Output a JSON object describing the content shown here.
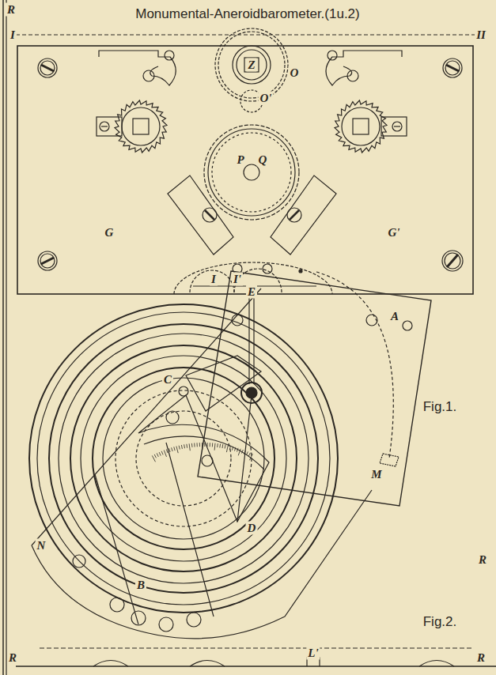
{
  "diagram": {
    "title": "Monumental-Aneroidbarometer.(1u.2)",
    "labels": [
      "R",
      "I",
      "II",
      "Z",
      "O",
      "O'",
      "P",
      "Q",
      "G",
      "G'",
      "I",
      "I'",
      "E",
      "A",
      "M",
      "Fig.1.",
      "C",
      "D",
      "N",
      "B",
      "R",
      "R",
      "L'",
      "Fig.2.",
      "R"
    ]
  }
}
